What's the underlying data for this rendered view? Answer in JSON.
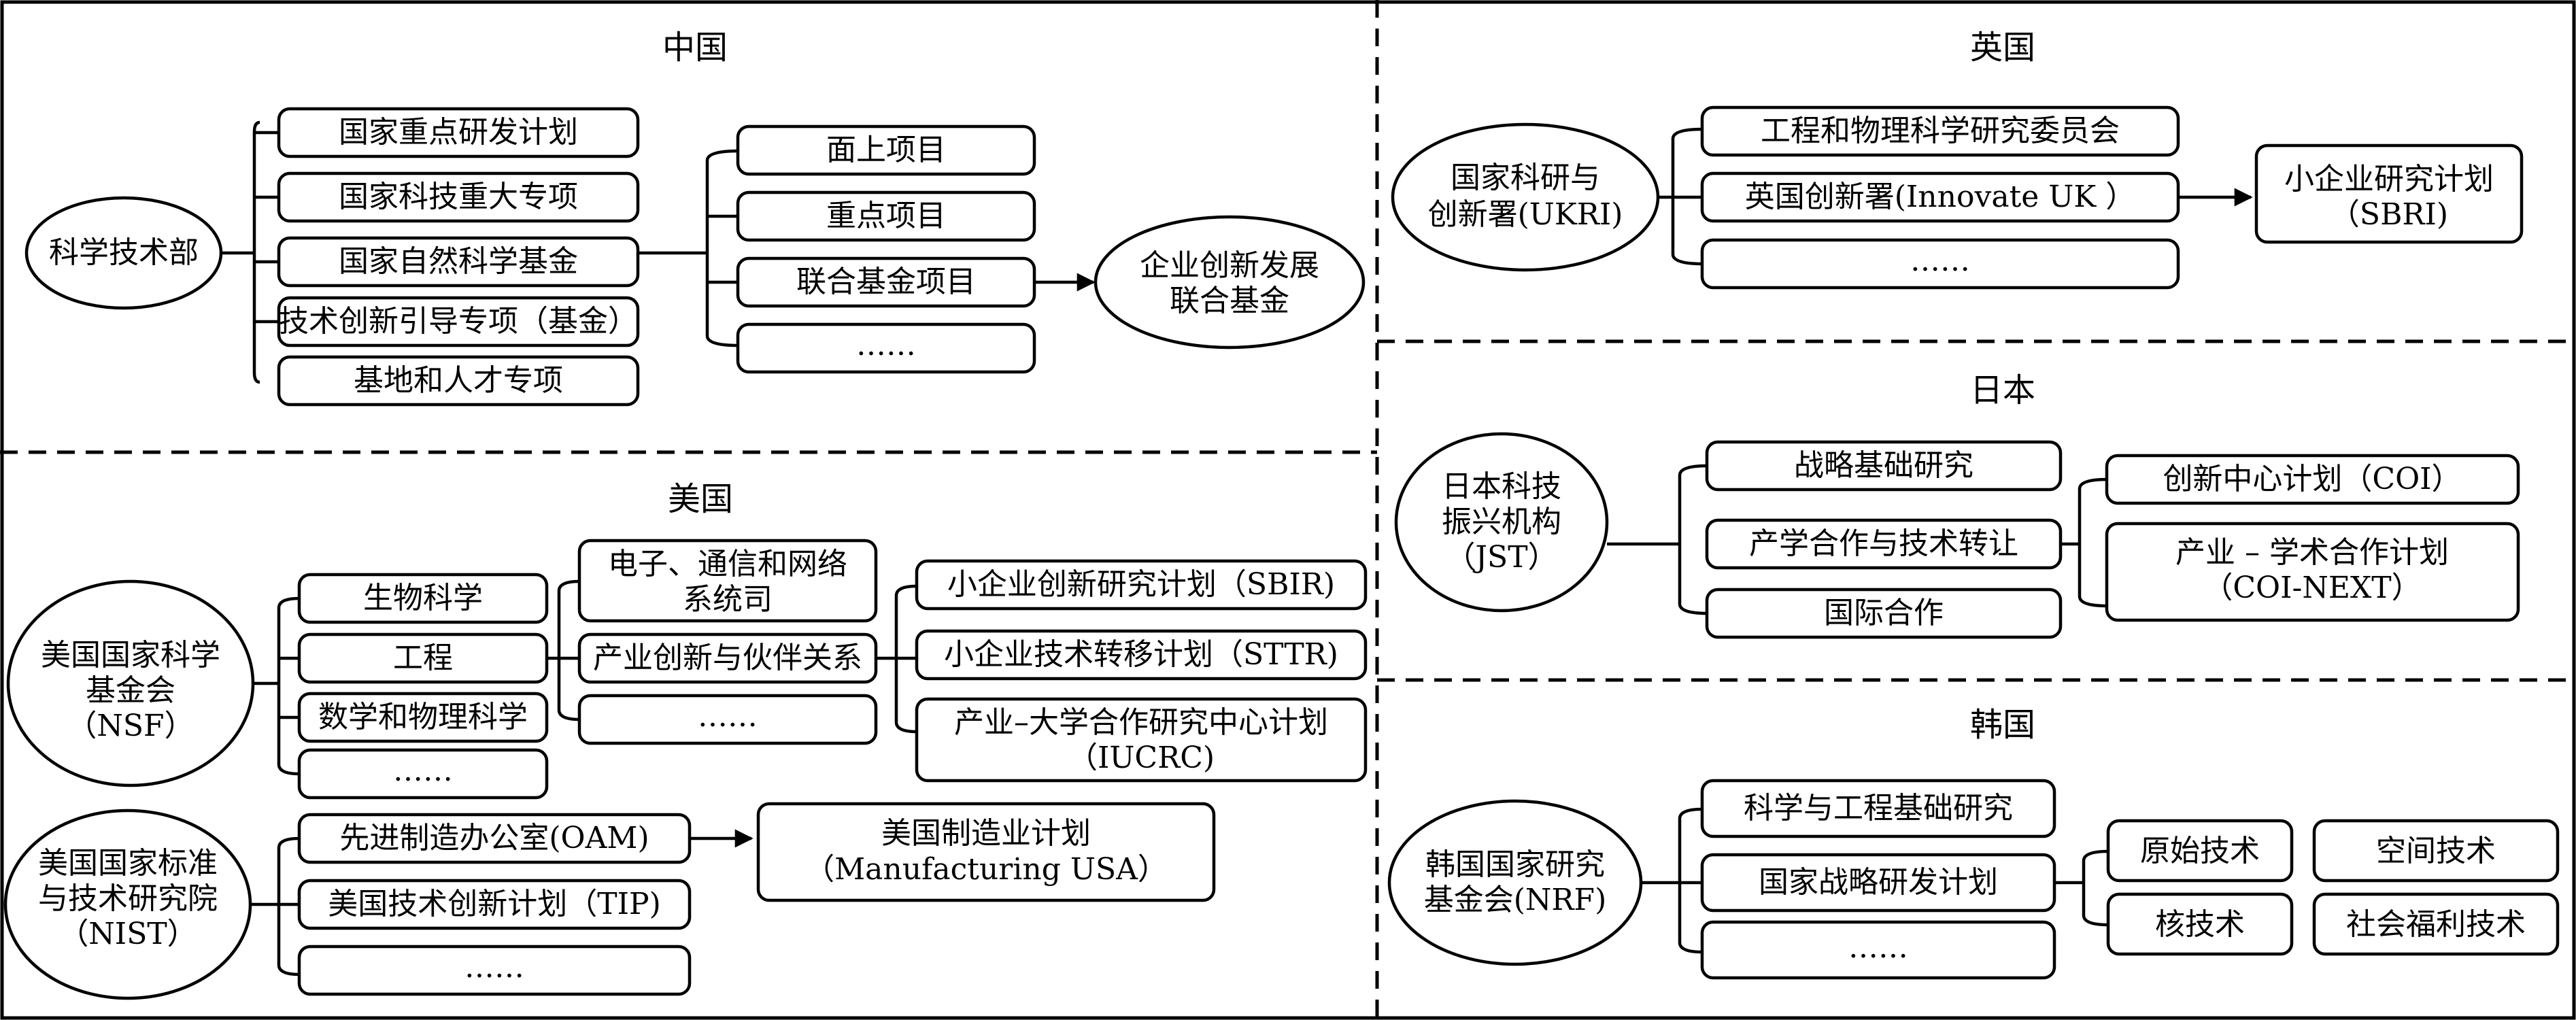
{
  "china": {
    "title": "中国",
    "root": "科学技术部",
    "items": [
      "国家重点研发计划",
      "国家科技重大专项",
      "国家自然科学基金",
      "技术创新引导专项（基金）",
      "基地和人才专项"
    ],
    "nsfc_sub": [
      "面上项目",
      "重点项目",
      "联合基金项目",
      "……"
    ],
    "joint_fund": [
      "企业创新发展",
      "联合基金"
    ]
  },
  "uk": {
    "title": "英国",
    "root": [
      "国家科研与",
      "创新署(UKRI)"
    ],
    "items": [
      "工程和物理科学研究委员会",
      "英国创新署(Innovate UK ）",
      "……"
    ],
    "sbri": [
      "小企业研究计划",
      "（SBRI)"
    ]
  },
  "usa": {
    "title": "美国",
    "nsf": [
      "美国国家科学",
      "基金会",
      "（NSF）"
    ],
    "nsf_items": [
      "生物科学",
      "工程",
      "数学和物理科学",
      "……"
    ],
    "eng_sub_1": [
      "电子、通信和网络",
      "系统司"
    ],
    "eng_sub_2": "产业创新与伙伴关系",
    "eng_sub_3": "……",
    "programs": [
      "小企业创新研究计划（SBIR)",
      "小企业技术转移计划（STTR)",
      "产业–大学合作研究中心计划",
      "（IUCRC)"
    ],
    "nist": [
      "美国国家标准",
      "与技术研究院",
      "（NIST）"
    ],
    "nist_items": [
      "先进制造办公室(OAM)",
      "美国技术创新计划（TIP)",
      "……"
    ],
    "manufacturing": [
      "美国制造业计划",
      "（Manufacturing  USA）"
    ]
  },
  "japan": {
    "title": "日本",
    "root": [
      "日本科技",
      "振兴机构",
      "（JST）"
    ],
    "items": [
      "战略基础研究",
      "产学合作与技术转让",
      "国际合作"
    ],
    "coi": "创新中心计划（COI）",
    "coi_next": [
      "产业 – 学术合作计划",
      "（COI-NEXT）"
    ]
  },
  "korea": {
    "title": "韩国",
    "root": [
      "韩国国家研究",
      "基金会(NRF)"
    ],
    "items": [
      "科学与工程基础研究",
      "国家战略研发计划",
      "……"
    ],
    "techs": [
      "原始技术",
      "空间技术",
      "核技术",
      "社会福利技术"
    ]
  }
}
